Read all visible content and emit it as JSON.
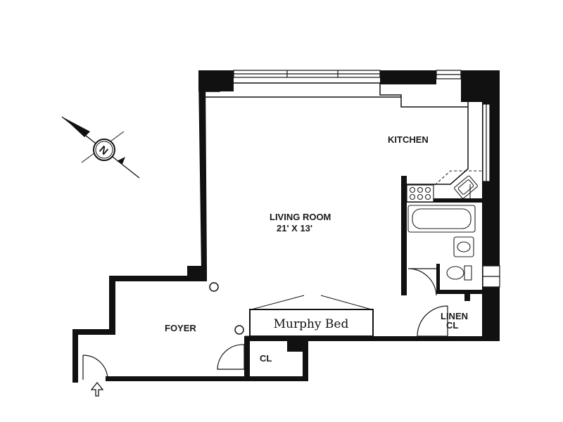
{
  "plan": {
    "rooms": {
      "living_room_name": "LIVING ROOM",
      "living_room_dims": "21' X 13'",
      "kitchen": "KITCHEN",
      "foyer": "FOYER",
      "closet": "CL",
      "linen_line1": "LINEN",
      "linen_line2": "CL",
      "murphy_bed": "Murphy Bed"
    },
    "compass": {
      "letter": "N"
    },
    "colors": {
      "wall": "#111111",
      "fixture": "#333333",
      "background": "#ffffff"
    }
  }
}
